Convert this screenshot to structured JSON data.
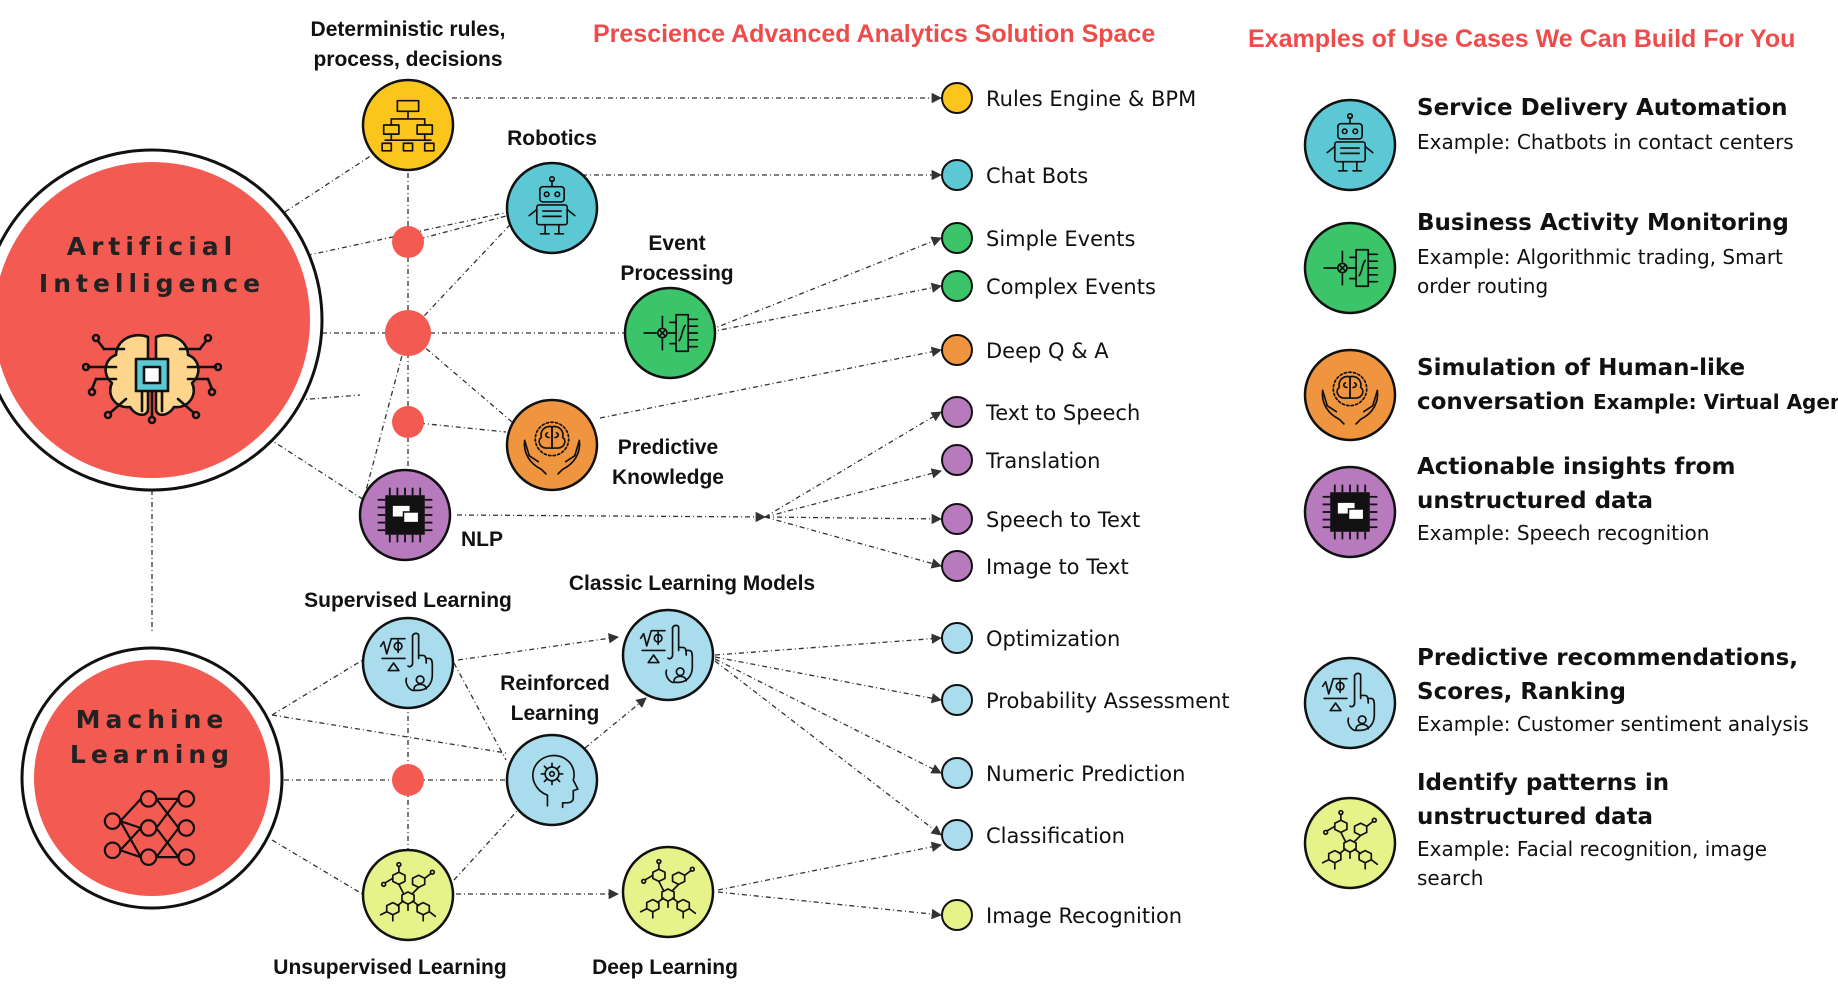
{
  "titles": {
    "left": "Prescience Advanced Analytics Solution Space",
    "right": "Examples of Use Cases We Can Build For You"
  },
  "colors": {
    "red": "#f35b52",
    "yellow": "#fbc51c",
    "cyan": "#5cc8d4",
    "green": "#3cc46a",
    "orange": "#f0953f",
    "purple": "#b77bbd",
    "lightblue": "#a9dcec",
    "lime": "#e6f38a"
  },
  "big_nodes": {
    "ai": {
      "line1": "Artificial",
      "line2": "Intelligence",
      "icon": "ai-chip-brain-icon"
    },
    "ml": {
      "line1": "Machine",
      "line2": "Learning",
      "icon": "neural-network-icon"
    }
  },
  "nodes": {
    "rules": {
      "label1": "Deterministic rules,",
      "label2": "process, decisions",
      "icon": "flowchart-icon"
    },
    "robotics": {
      "label": "Robotics",
      "icon": "robot-icon"
    },
    "event": {
      "label1": "Event",
      "label2": "Processing",
      "icon": "event-processing-icon"
    },
    "predictive": {
      "label1": "Predictive",
      "label2": "Knowledge",
      "icon": "brain-hands-icon"
    },
    "nlp": {
      "label": "NLP",
      "icon": "nlp-chip-icon"
    },
    "supervised": {
      "label": "Supervised Learning",
      "icon": "formula-hand-icon"
    },
    "classic": {
      "label": "Classic Learning Models",
      "icon": "formula-hand-icon"
    },
    "reinforced": {
      "label1": "Reinforced",
      "label2": "Learning",
      "icon": "gear-head-icon"
    },
    "unsupervised": {
      "label": "Unsupervised Learning",
      "icon": "molecule-icon"
    },
    "deep": {
      "label": "Deep Learning",
      "icon": "molecule-icon"
    }
  },
  "outputs": [
    {
      "label": "Rules Engine & BPM",
      "color": "#fbc51c"
    },
    {
      "label": "Chat Bots",
      "color": "#5cc8d4"
    },
    {
      "label": "Simple Events",
      "color": "#3cc46a"
    },
    {
      "label": "Complex Events",
      "color": "#3cc46a"
    },
    {
      "label": "Deep Q & A",
      "color": "#f0953f"
    },
    {
      "label": "Text to Speech",
      "color": "#b77bbd"
    },
    {
      "label": "Translation",
      "color": "#b77bbd"
    },
    {
      "label": "Speech to Text",
      "color": "#b77bbd"
    },
    {
      "label": "Image to Text",
      "color": "#b77bbd"
    },
    {
      "label": "Optimization",
      "color": "#a9dcec"
    },
    {
      "label": "Probability Assessment",
      "color": "#a9dcec"
    },
    {
      "label": "Numeric Prediction",
      "color": "#a9dcec"
    },
    {
      "label": "Classification",
      "color": "#a9dcec"
    },
    {
      "label": "Image Recognition",
      "color": "#e6f38a"
    }
  ],
  "use_cases": [
    {
      "title1": "Service Delivery Automation",
      "title2": "",
      "inline": "",
      "sub1": "Example: Chatbots in contact centers",
      "sub2": "",
      "icon": "robot-icon"
    },
    {
      "title1": "Business Activity Monitoring",
      "title2": "",
      "inline": "",
      "sub1": "Example: Algorithmic trading, Smart",
      "sub2": "order routing",
      "icon": "event-processing-icon"
    },
    {
      "title1": "Simulation of Human-like",
      "title2": "conversation",
      "inline": "Example: Virtual Agent",
      "sub1": "",
      "sub2": "",
      "icon": "brain-hands-icon"
    },
    {
      "title1": "Actionable insights from",
      "title2": "unstructured data",
      "inline": "",
      "sub1": "Example: Speech recognition",
      "sub2": "",
      "icon": "nlp-chip-icon"
    },
    {
      "title1": "Predictive recommendations,",
      "title2": "Scores, Ranking",
      "inline": "",
      "sub1": "Example: Customer sentiment analysis",
      "sub2": "",
      "icon": "formula-hand-icon"
    },
    {
      "title1": "Identify patterns in",
      "title2": "unstructured data",
      "inline": "",
      "sub1": "Example: Facial recognition, image",
      "sub2": "search",
      "icon": "molecule-icon"
    }
  ]
}
